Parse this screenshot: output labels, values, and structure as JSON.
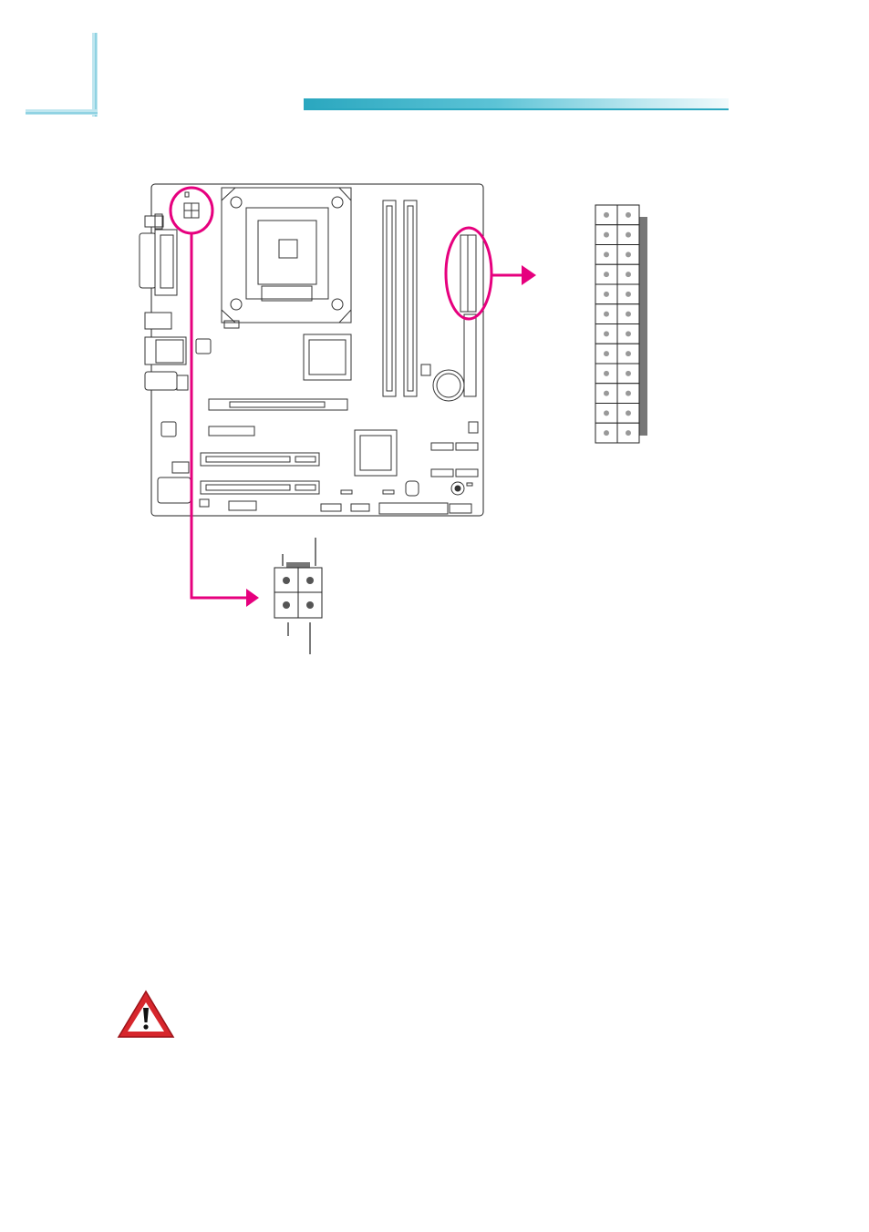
{
  "page": {
    "accent_color": "#2aa7bf",
    "highlight_color": "#e6007e"
  },
  "figures": {
    "motherboard": {
      "icon": "motherboard-layout-diagram"
    },
    "connector_24pin": {
      "icon": "24-pin-power-connector",
      "rows": 12,
      "cols": 2
    },
    "connector_4pin": {
      "icon": "4-pin-power-connector",
      "rows": 2,
      "cols": 2
    },
    "warning": {
      "icon": "warning-triangle-icon",
      "color": "#d7262c"
    }
  }
}
